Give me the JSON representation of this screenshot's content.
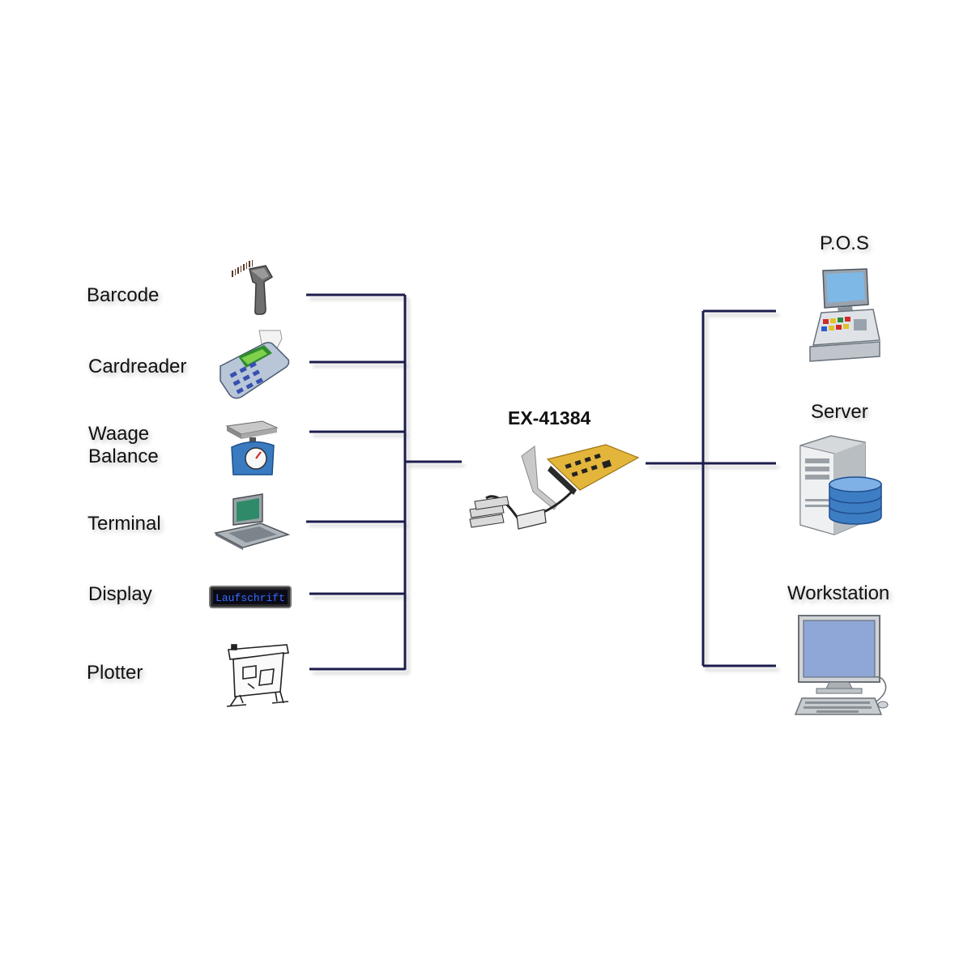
{
  "colors": {
    "line": "#1a1a4e",
    "shadow": "#e6e6e6"
  },
  "card_label": "EX-41384",
  "devices": [
    {
      "label": "Barcode",
      "icon": "barcode-scanner-icon"
    },
    {
      "label": "Cardreader",
      "icon": "card-reader-icon"
    },
    {
      "label": "Waage\nBalance",
      "icon": "scale-icon"
    },
    {
      "label": "Terminal",
      "icon": "terminal-icon"
    },
    {
      "label": "Display",
      "icon": "led-display-icon",
      "icon_text": "Laufschrift"
    },
    {
      "label": "Plotter",
      "icon": "plotter-icon"
    }
  ],
  "hosts": [
    {
      "label": "P.O.S",
      "icon": "pos-register-icon"
    },
    {
      "label": "Server",
      "icon": "server-database-icon"
    },
    {
      "label": "Workstation",
      "icon": "workstation-icon"
    }
  ]
}
